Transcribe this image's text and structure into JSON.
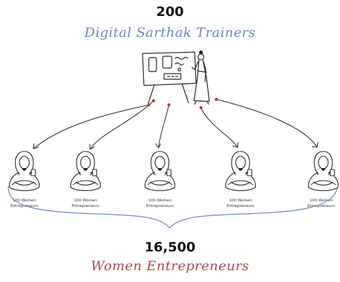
{
  "trainers": {
    "count": "200",
    "label": "Digital Sarthak Trainers",
    "label_color": "#6b86c8"
  },
  "women": {
    "count": "16,500",
    "label": "Women Entrepreneurs",
    "label_color": "#b04a44"
  },
  "groups": [
    {
      "line1": "100 Women",
      "line2": "Entrepreneurs"
    },
    {
      "line1": "100 Women",
      "line2": "Entrepreneurs"
    },
    {
      "line1": "100 Women",
      "line2": "Entrepreneurs"
    },
    {
      "line1": "100 Women",
      "line2": "Entrepreneurs"
    },
    {
      "line1": "100 Women",
      "line2": "Entrepreneurs"
    }
  ],
  "colors": {
    "ink": "#222222",
    "arrow_dot": "#c0392b",
    "brace": "#6b86c8"
  },
  "icons": [
    "trainer-at-whiteboard-icon",
    "seated-woman-with-phone-icon"
  ]
}
